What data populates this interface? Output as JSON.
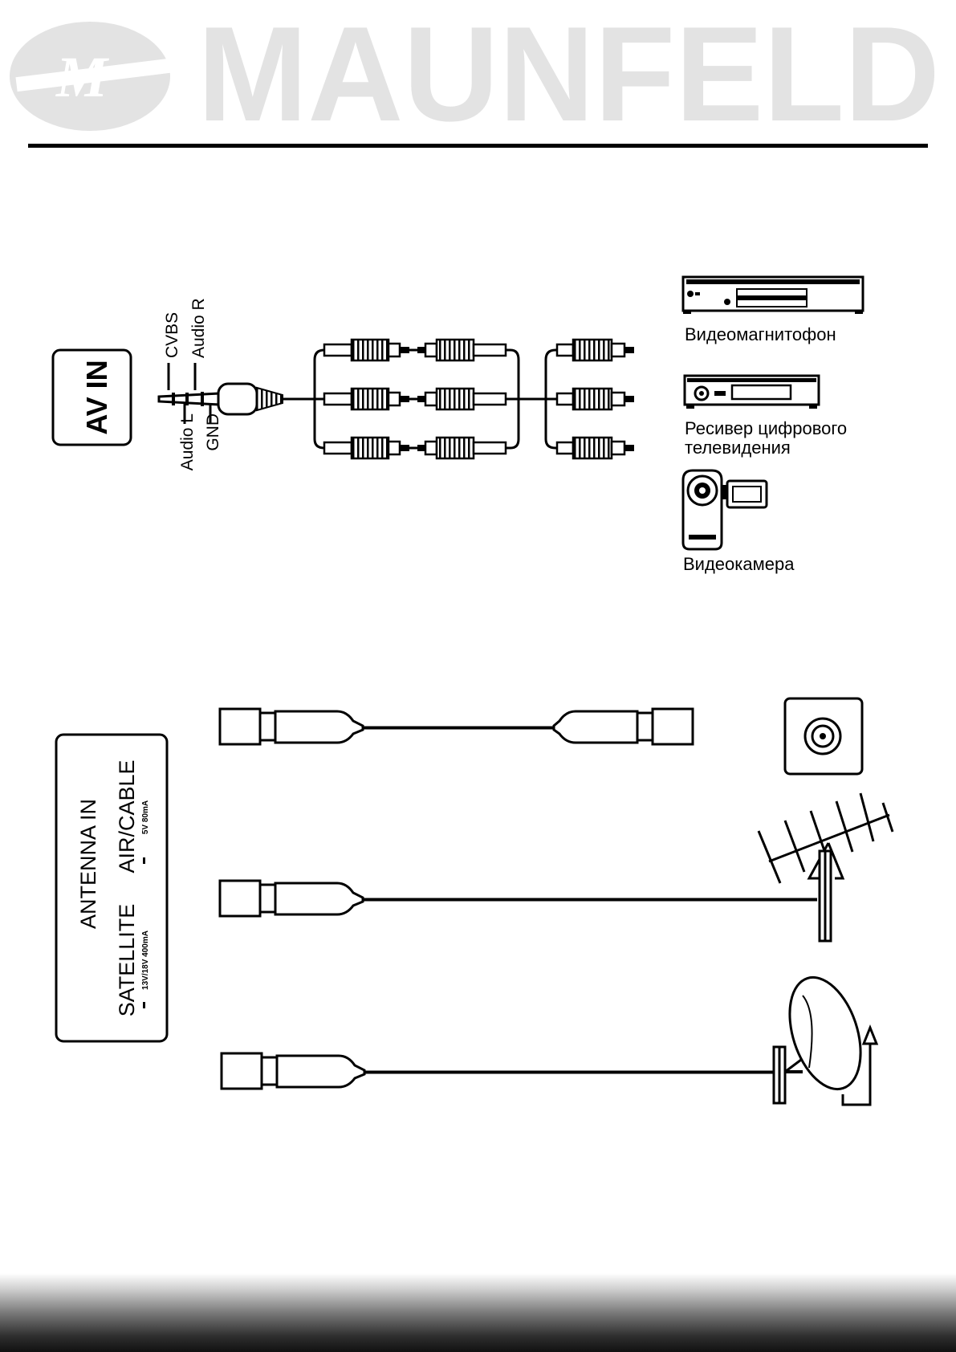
{
  "header": {
    "brand": "MAUNFELD"
  },
  "av_section": {
    "panel_label": "AV IN",
    "pins": {
      "cvbs": "CVBS",
      "audio_r": "Audio R",
      "audio_l": "Audio L",
      "gnd": "GND"
    },
    "devices": [
      {
        "label": "Видеомагнитофон",
        "icon": "vcr-icon"
      },
      {
        "label_lines": [
          "Ресивер цифрового",
          "телевидения"
        ],
        "icon": "set-top-box-icon"
      },
      {
        "label": "Видеокамера",
        "icon": "camcorder-icon"
      }
    ]
  },
  "antenna_section": {
    "panel_title": "ANTENNA IN",
    "air_label": "AIR/CABLE",
    "air_spec": "5V 80mA",
    "sat_label": "SATELLITE",
    "sat_spec": "13V/18V 400mA",
    "sources": [
      {
        "icon": "wall-outlet-icon"
      },
      {
        "icon": "tv-antenna-icon"
      },
      {
        "icon": "satellite-dish-icon"
      }
    ]
  },
  "colors": {
    "logo": "#e3e3e3",
    "line": "#000000",
    "footer_dark": "#111111"
  }
}
